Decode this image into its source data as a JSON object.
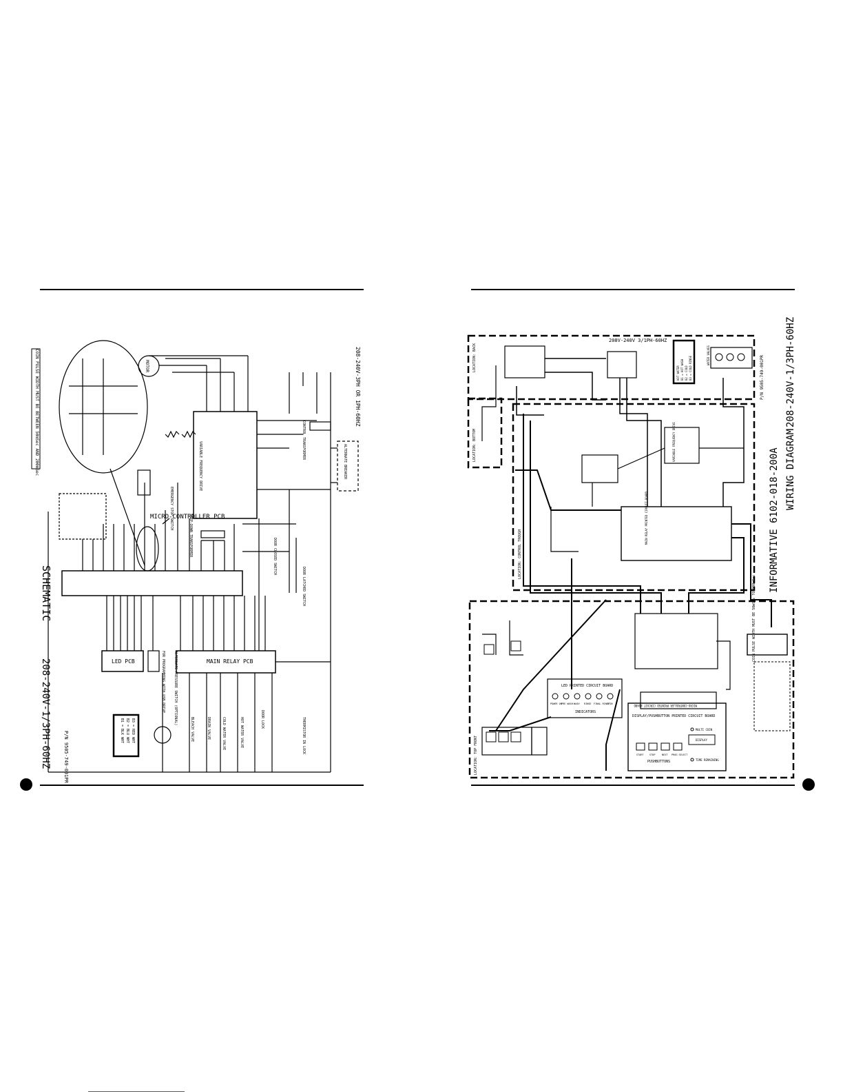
{
  "left_page": {
    "title": "SCHEMATIC",
    "voltage_title": "208-240V-1/3PH-60HZ",
    "supply_label": "208-240V-3PH OR 1PH-60HZ",
    "part_number": "P/N 9505-749-001PR",
    "blocks": {
      "micro_controller": "MICRO-CONTROLLER PCB",
      "main_relay": "MAIN RELAY PCB",
      "led_pcb": "LED PCB",
      "vfd": "VARIABLE FREQUENCY DRIVE",
      "motor": "MOTOR",
      "transformer_stepdown": "STEP-DOWN TRANSFORMER",
      "transformer_control": "CONTROL TRANSFORMER",
      "alternate_breaker": "ALTERNATE BREAKER",
      "door_closed": "DOOR CLOSED SWITCH",
      "door_latched": "DOOR LATCHED SWITCH",
      "door_lock": "DOOR LOCK",
      "emergency_stop": "EMERGENCY STOP SWITCH",
      "bleach_valve": "BLEACH VALVE",
      "hot_water": "HOT WATER VALVE",
      "cold_water": "COLD WATER VALVE",
      "thermistor": "THERMISTOR IN LOCK",
      "drain_valve": "DRAIN VALVE",
      "usb": "FOR PROGRAMMING WITH USB DRIVE",
      "alternate_switch": "ALTERNATE PRESSURE SWITCH (OPTIONAL)"
    },
    "note_coin": "COIN PULSE WIDTH MUST BE BETWEEN 50mSec AND 200mSec",
    "legend": [
      "B1 = BLK WHT",
      "B2 = BLU WHT",
      "B3 = RED WHT"
    ]
  },
  "right_page": {
    "title": "WIRING DIAGRAM",
    "informative": "INFORMATIVE 6102-018-200A",
    "voltage_title": "208-240V-1/3PH-60HZ",
    "supply_label": "208V-240V 3/1PH-60HZ",
    "part_number": "P/N 9505-749-001PR",
    "boards": {
      "main_relay": "MAIN RELAY PRINTED CIRCUIT BOARD",
      "micro": "MICRO-CONTROLLER PRINTED CIRCUIT BOARD",
      "led": "LED PRINTED CIRCUIT BOARD",
      "display": "DISPLAY/PUSHBUTTON PRINTED CIRCUIT BOARD",
      "indicators": "INDICATORS",
      "pushbuttons": "PUSHBUTTONS",
      "display_window": "DISPLAY",
      "vfd": "VARIABLE FREQUENCY DRIVE",
      "water_valves": "WATER VALVES"
    },
    "indicator_labels": [
      "POWER ON",
      "PRE WASH",
      "WASH",
      "RINSE",
      "FINAL RINSE",
      "SPIN"
    ],
    "pushbutton_labels": [
      "START",
      "STOP",
      "NEXT",
      "PROG SELECT"
    ],
    "leds": [
      "MULTI COIN",
      "TIME REMAINING"
    ],
    "locations": {
      "back": "LOCATION: BACK",
      "bottom": "LOCATION: BOTTOM",
      "control": "LOCATION: CONTROL TROUGH",
      "top_front": "LOCATION: TOP FRONT"
    },
    "note_coin": "COIN PULSE WIDTH MUST BE 50mSec TO 200mSec",
    "legend_box": [
      "HOT WATER",
      "B1 = HOT WASH",
      "B2 = COLD",
      "B3 = COLD RINSE"
    ]
  }
}
